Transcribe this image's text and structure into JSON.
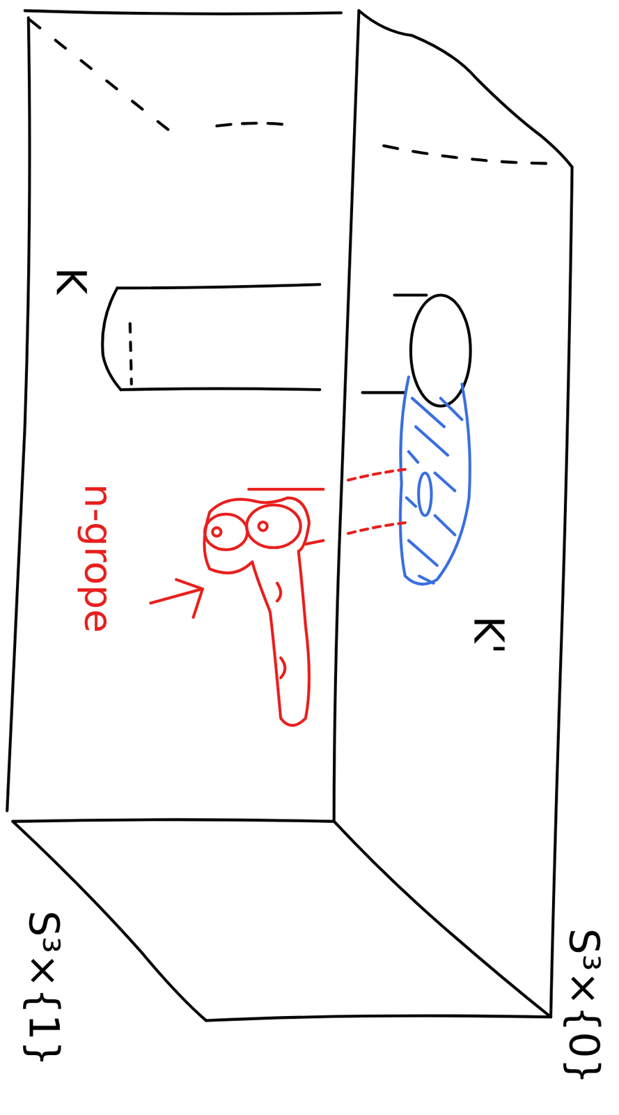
{
  "diagram": {
    "labels": [
      "K",
      "n-grope",
      "K'",
      "S³×{1}",
      "S³×{0}"
    ]
  }
}
